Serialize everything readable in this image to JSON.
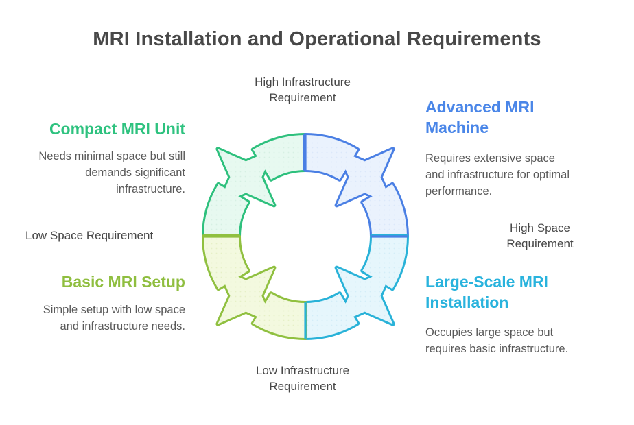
{
  "title": "MRI Installation and Operational Requirements",
  "diagram": {
    "type": "cycle-matrix",
    "axis_labels": {
      "top": "High Infrastructure Requirement",
      "bottom": "Low Infrastructure Requirement",
      "left": "Low Space Requirement",
      "right": "High Space Requirement"
    },
    "segments": [
      {
        "position": "top-left",
        "stroke": "#2ec07d",
        "fill": "#e7f9f0"
      },
      {
        "position": "top-right",
        "stroke": "#4a7fe4",
        "fill": "#eaf2fd"
      },
      {
        "position": "bottom-right",
        "stroke": "#29b2d8",
        "fill": "#e6f6fc"
      },
      {
        "position": "bottom-left",
        "stroke": "#90c040",
        "fill": "#f3f9df"
      }
    ]
  },
  "quadrants": {
    "compact": {
      "heading": "Compact MRI Unit",
      "description": "Needs minimal space but still demands significant infrastructure.",
      "color": "#2ec27f"
    },
    "advanced": {
      "heading": "Advanced MRI Machine",
      "description": "Requires extensive space and infrastructure for optimal performance.",
      "color": "#4a86e8"
    },
    "basic": {
      "heading": "Basic MRI Setup",
      "description": "Simple setup with low space and infrastructure needs.",
      "color": "#8fbe3f"
    },
    "large": {
      "heading": "Large-Scale MRI Installation",
      "description": "Occupies large space but requires basic infrastructure.",
      "color": "#29b3dd"
    }
  },
  "text_colors": {
    "title": "#484848",
    "axis_label": "#474747",
    "body": "#595959"
  }
}
